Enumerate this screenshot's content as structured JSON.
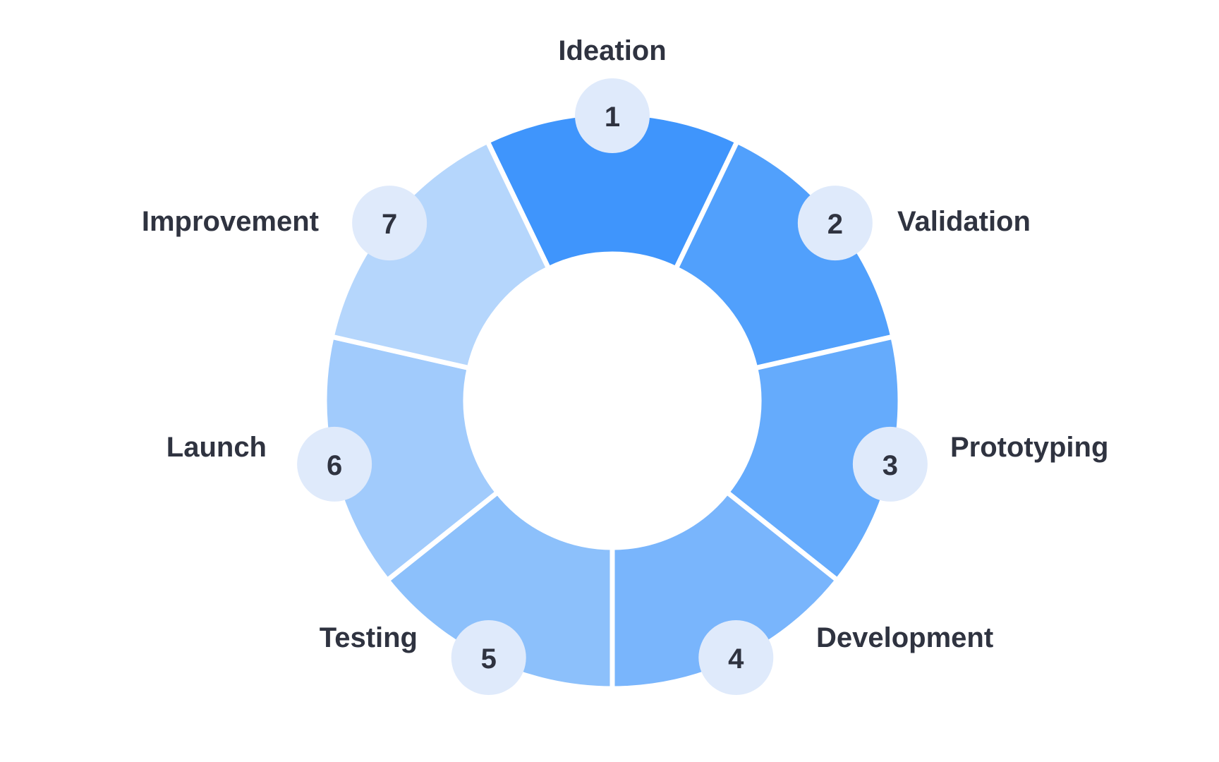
{
  "steps": [
    {
      "number": "1",
      "label": "Ideation",
      "color": "#3f95fc"
    },
    {
      "number": "2",
      "label": "Validation",
      "color": "#51a0fc"
    },
    {
      "number": "3",
      "label": "Prototyping",
      "color": "#65abfc"
    },
    {
      "number": "4",
      "label": "Development",
      "color": "#79b5fc"
    },
    {
      "number": "5",
      "label": "Testing",
      "color": "#8cc0fb"
    },
    {
      "number": "6",
      "label": "Launch",
      "color": "#a1cbfc"
    },
    {
      "number": "7",
      "label": "Improvement",
      "color": "#b5d6fc"
    }
  ],
  "badge_color": "#dfeafb",
  "text_color": "#2f3340"
}
